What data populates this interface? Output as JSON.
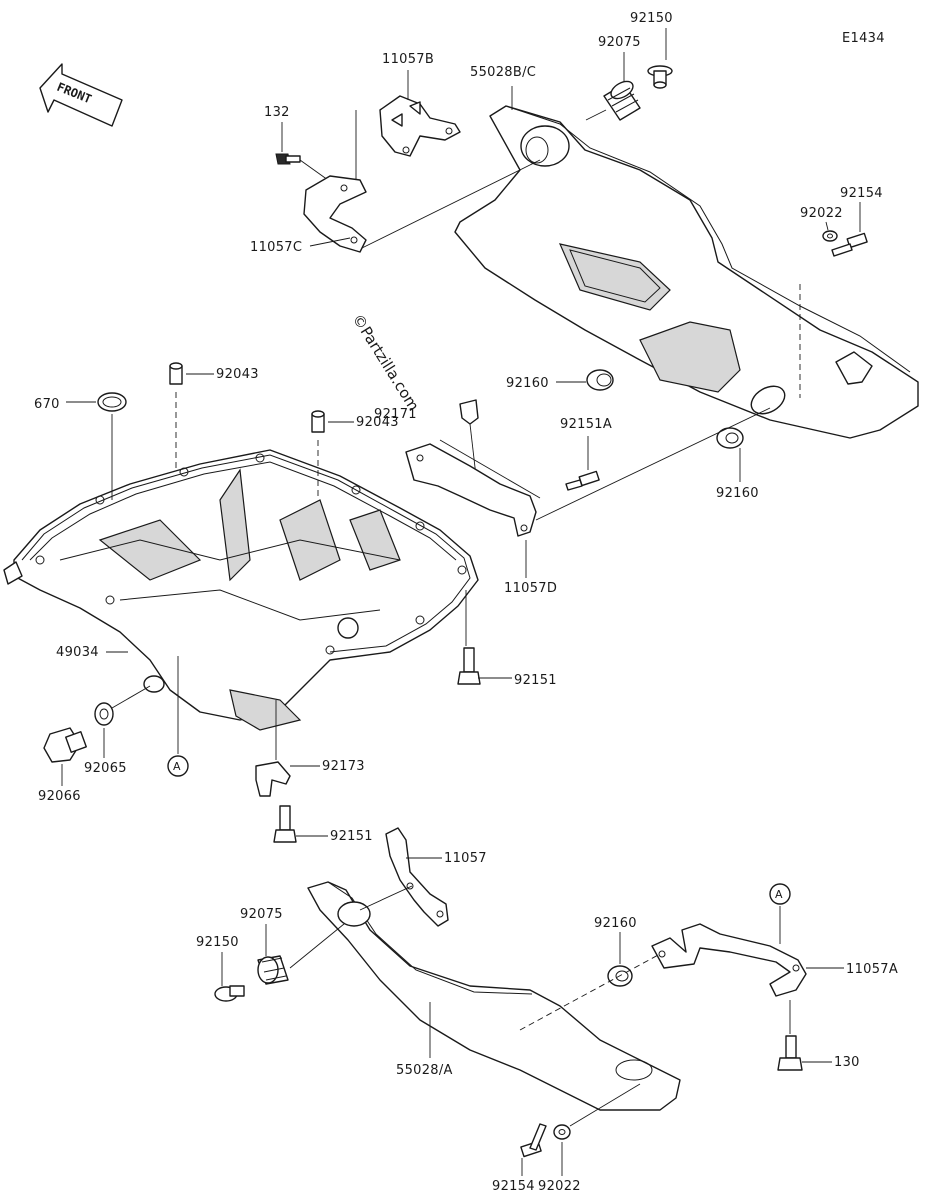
{
  "diagram_id": "E1434",
  "watermark": "©Partzilla.com",
  "direction_label": "FRONT",
  "ref_mark": "A",
  "labels": {
    "p92150_top": "92150",
    "p92075_top": "92075",
    "p11057B": "11057B",
    "p55028BC": "55028B/C",
    "p132": "132",
    "p92154_top": "92154",
    "p92022_top": "92022",
    "p11057C": "11057C",
    "p670": "670",
    "p92043_a": "92043",
    "p92043_b": "92043",
    "p92171": "92171",
    "p92160_upper": "92160",
    "p92151A": "92151A",
    "p92160_right": "92160",
    "p11057D": "11057D",
    "p49034": "49034",
    "p92151_mid": "92151",
    "p92065": "92065",
    "p92066": "92066",
    "p92173": "92173",
    "p92151_low": "92151",
    "p11057": "11057",
    "p92075_low": "92075",
    "p92150_low": "92150",
    "p92160_low": "92160",
    "p11057A": "11057A",
    "p130": "130",
    "p55028A": "55028/A",
    "p92154_low": "92154",
    "p92022_low": "92022"
  }
}
